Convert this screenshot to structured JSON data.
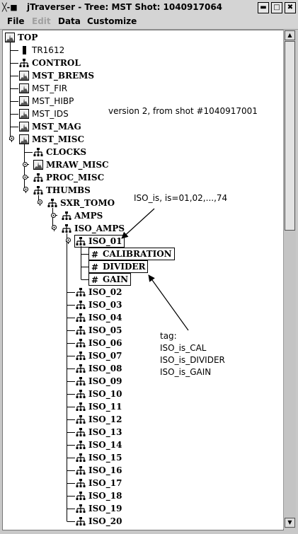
{
  "window": {
    "title": "jTraverser - Tree: MST Shot: 1040917064",
    "system_menu": "╳‑■",
    "buttons": {
      "minimize": "▬",
      "maximize": "□",
      "close": "✖"
    }
  },
  "menu": [
    "File",
    "Edit",
    "Data",
    "Customize"
  ],
  "colors": {
    "background": "#c8c8c8",
    "tree_bg": "#ffffff",
    "text": "#000000",
    "disabled": "#a0a0a0"
  },
  "tree": {
    "nodes": [
      {
        "label": "TOP",
        "icon": "signal-icon",
        "depth": 0,
        "bold": true
      },
      {
        "label": "TR1612",
        "icon": "device-icon",
        "depth": 1,
        "bold": false
      },
      {
        "label": "CONTROL",
        "icon": "structure-icon",
        "depth": 1,
        "bold": true
      },
      {
        "label": "MST_BREMS",
        "icon": "signal-icon",
        "depth": 1,
        "bold": true
      },
      {
        "label": "MST_FIR",
        "icon": "signal-icon",
        "depth": 1,
        "bold": false
      },
      {
        "label": "MST_HIBP",
        "icon": "signal-icon",
        "depth": 1,
        "bold": false
      },
      {
        "label": "MST_IDS",
        "icon": "signal-icon",
        "depth": 1,
        "bold": false
      },
      {
        "label": "MST_MAG",
        "icon": "signal-icon",
        "depth": 1,
        "bold": true
      },
      {
        "label": "MST_MISC",
        "icon": "signal-icon",
        "depth": 1,
        "bold": true,
        "handle": "expanded"
      },
      {
        "label": "CLOCKS",
        "icon": "structure-icon",
        "depth": 2,
        "bold": true
      },
      {
        "label": "MRAW_MISC",
        "icon": "signal-icon",
        "depth": 2,
        "bold": true,
        "handle": "collapsed"
      },
      {
        "label": "PROC_MISC",
        "icon": "structure-icon",
        "depth": 2,
        "bold": true,
        "handle": "collapsed"
      },
      {
        "label": "THUMBS",
        "icon": "structure-icon",
        "depth": 2,
        "bold": true,
        "handle": "expanded"
      },
      {
        "label": "SXR_TOMO",
        "icon": "structure-icon",
        "depth": 3,
        "bold": true,
        "handle": "expanded"
      },
      {
        "label": "AMPS",
        "icon": "structure-icon",
        "depth": 4,
        "bold": true,
        "handle": "collapsed"
      },
      {
        "label": "ISO_AMPS",
        "icon": "structure-icon",
        "depth": 4,
        "bold": true,
        "handle": "expanded"
      },
      {
        "label": "ISO_01",
        "icon": "structure-icon",
        "depth": 5,
        "bold": true,
        "handle": "expanded",
        "boxed": true
      },
      {
        "label": "CALIBRATION",
        "icon": "numeric-icon",
        "depth": 6,
        "bold": true,
        "boxed": true
      },
      {
        "label": "DIVIDER",
        "icon": "numeric-icon",
        "depth": 6,
        "bold": true,
        "boxed": true
      },
      {
        "label": "GAIN",
        "icon": "numeric-icon",
        "depth": 6,
        "bold": true,
        "boxed": true
      },
      {
        "label": "ISO_02",
        "icon": "structure-icon",
        "depth": 5,
        "bold": true
      },
      {
        "label": "ISO_03",
        "icon": "structure-icon",
        "depth": 5,
        "bold": true
      },
      {
        "label": "ISO_04",
        "icon": "structure-icon",
        "depth": 5,
        "bold": true
      },
      {
        "label": "ISO_05",
        "icon": "structure-icon",
        "depth": 5,
        "bold": true
      },
      {
        "label": "ISO_06",
        "icon": "structure-icon",
        "depth": 5,
        "bold": true
      },
      {
        "label": "ISO_07",
        "icon": "structure-icon",
        "depth": 5,
        "bold": true
      },
      {
        "label": "ISO_08",
        "icon": "structure-icon",
        "depth": 5,
        "bold": true
      },
      {
        "label": "ISO_09",
        "icon": "structure-icon",
        "depth": 5,
        "bold": true
      },
      {
        "label": "ISO_10",
        "icon": "structure-icon",
        "depth": 5,
        "bold": true
      },
      {
        "label": "ISO_11",
        "icon": "structure-icon",
        "depth": 5,
        "bold": true
      },
      {
        "label": "ISO_12",
        "icon": "structure-icon",
        "depth": 5,
        "bold": true
      },
      {
        "label": "ISO_13",
        "icon": "structure-icon",
        "depth": 5,
        "bold": true
      },
      {
        "label": "ISO_14",
        "icon": "structure-icon",
        "depth": 5,
        "bold": true
      },
      {
        "label": "ISO_15",
        "icon": "structure-icon",
        "depth": 5,
        "bold": true
      },
      {
        "label": "ISO_16",
        "icon": "structure-icon",
        "depth": 5,
        "bold": true
      },
      {
        "label": "ISO_17",
        "icon": "structure-icon",
        "depth": 5,
        "bold": true
      },
      {
        "label": "ISO_18",
        "icon": "structure-icon",
        "depth": 5,
        "bold": true
      },
      {
        "label": "ISO_19",
        "icon": "structure-icon",
        "depth": 5,
        "bold": true
      },
      {
        "label": "ISO_20",
        "icon": "structure-icon",
        "depth": 5,
        "bold": true
      }
    ]
  },
  "annotations": {
    "version": "version 2, from shot #1040917001",
    "iso_naming": "ISO_is, is=01,02,...,74",
    "tag_lines": [
      "tag:",
      "ISO_is_CAL",
      "ISO_is_DIVIDER",
      "ISO_is_GAIN"
    ]
  }
}
